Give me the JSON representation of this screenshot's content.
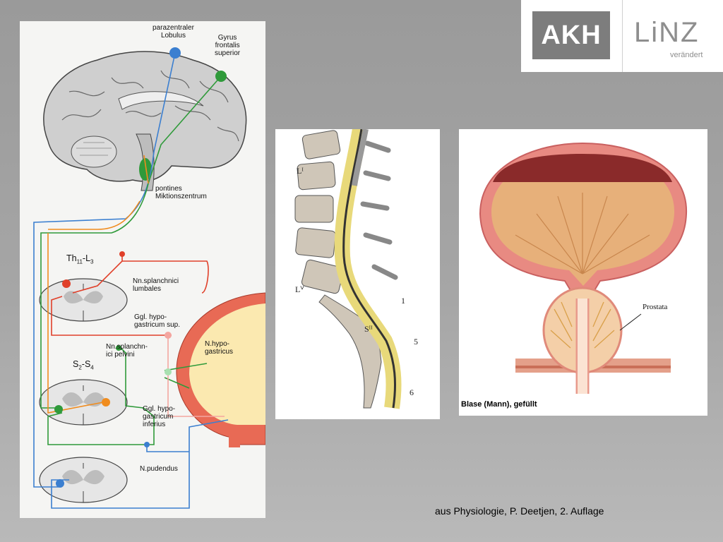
{
  "left_figure": {
    "labels": {
      "parazentraler": "parazentraler\nLobulus",
      "gyrus": "Gyrus\nfrontalis\nsuperior",
      "pontines": "pontines\nMiktionszentrum",
      "th_base": "Th",
      "th_sub1": "11",
      "th_dash": "-L",
      "th_sub2": "3",
      "nn_splanchnici": "Nn.splanchnici\nlumbales",
      "ggl_sup": "Ggl. hypo-\ngastricum sup.",
      "n_hypo": "N.hypo-\ngastricus",
      "nn_pelvini": "Nn.splanchn-\nici pelvini",
      "s_base": "S",
      "s_sub1": "2",
      "s_dash": "-S",
      "s_sub2": "4",
      "ggl_inf": "Ggl. hypo-\ngastricum\ninferius",
      "n_pudendus": "N.pudendus"
    },
    "colors": {
      "blue": "#3b7fd0",
      "green": "#2f9a3a",
      "orange": "#f08c1e",
      "red": "#e0402a",
      "pink": "#f4a6a0",
      "brain": "#c9c9c9",
      "bladder_wall": "#e86a55",
      "bladder_fill": "#fbe9b0"
    }
  },
  "middle_figure": {
    "labels": {
      "l1": "Lᴵ",
      "lv": "Lⱽ",
      "sii": "Sᴵᴵ",
      "n1": "1",
      "n5": "5",
      "n6": "6"
    },
    "colors": {
      "cord": "#e8d97a",
      "bone": "#cfc6b8"
    }
  },
  "right_figure": {
    "prostata_label": "Prostata",
    "caption": "Blase (Mann), gefüllt",
    "colors": {
      "wall": "#e88a82",
      "lumen": "#8a2a2a",
      "mucosa": "#e7b07a"
    }
  },
  "logo": {
    "akh": "AKH",
    "linz": "LiNZ",
    "tagline": "verändert",
    "box_color": "#7d7d7d"
  },
  "source_caption": "aus Physiologie, P. Deetjen, 2. Auflage"
}
